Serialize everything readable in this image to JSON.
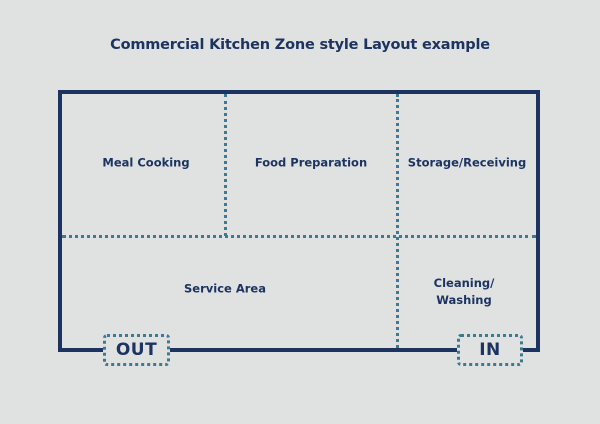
{
  "title": "Commercial Kitchen Zone style Layout example",
  "zones": {
    "meal_cooking": "Meal Cooking",
    "food_preparation": "Food Preparation",
    "storage_receiving": "Storage/Receiving",
    "service_area": "Service Area",
    "cleaning_washing": "Cleaning/\nWashing"
  },
  "doors": {
    "out": "OUT",
    "in": "IN"
  },
  "colors": {
    "wall": "#1d3461",
    "partition": "#3d7a92",
    "background": "#dfe2e1"
  }
}
